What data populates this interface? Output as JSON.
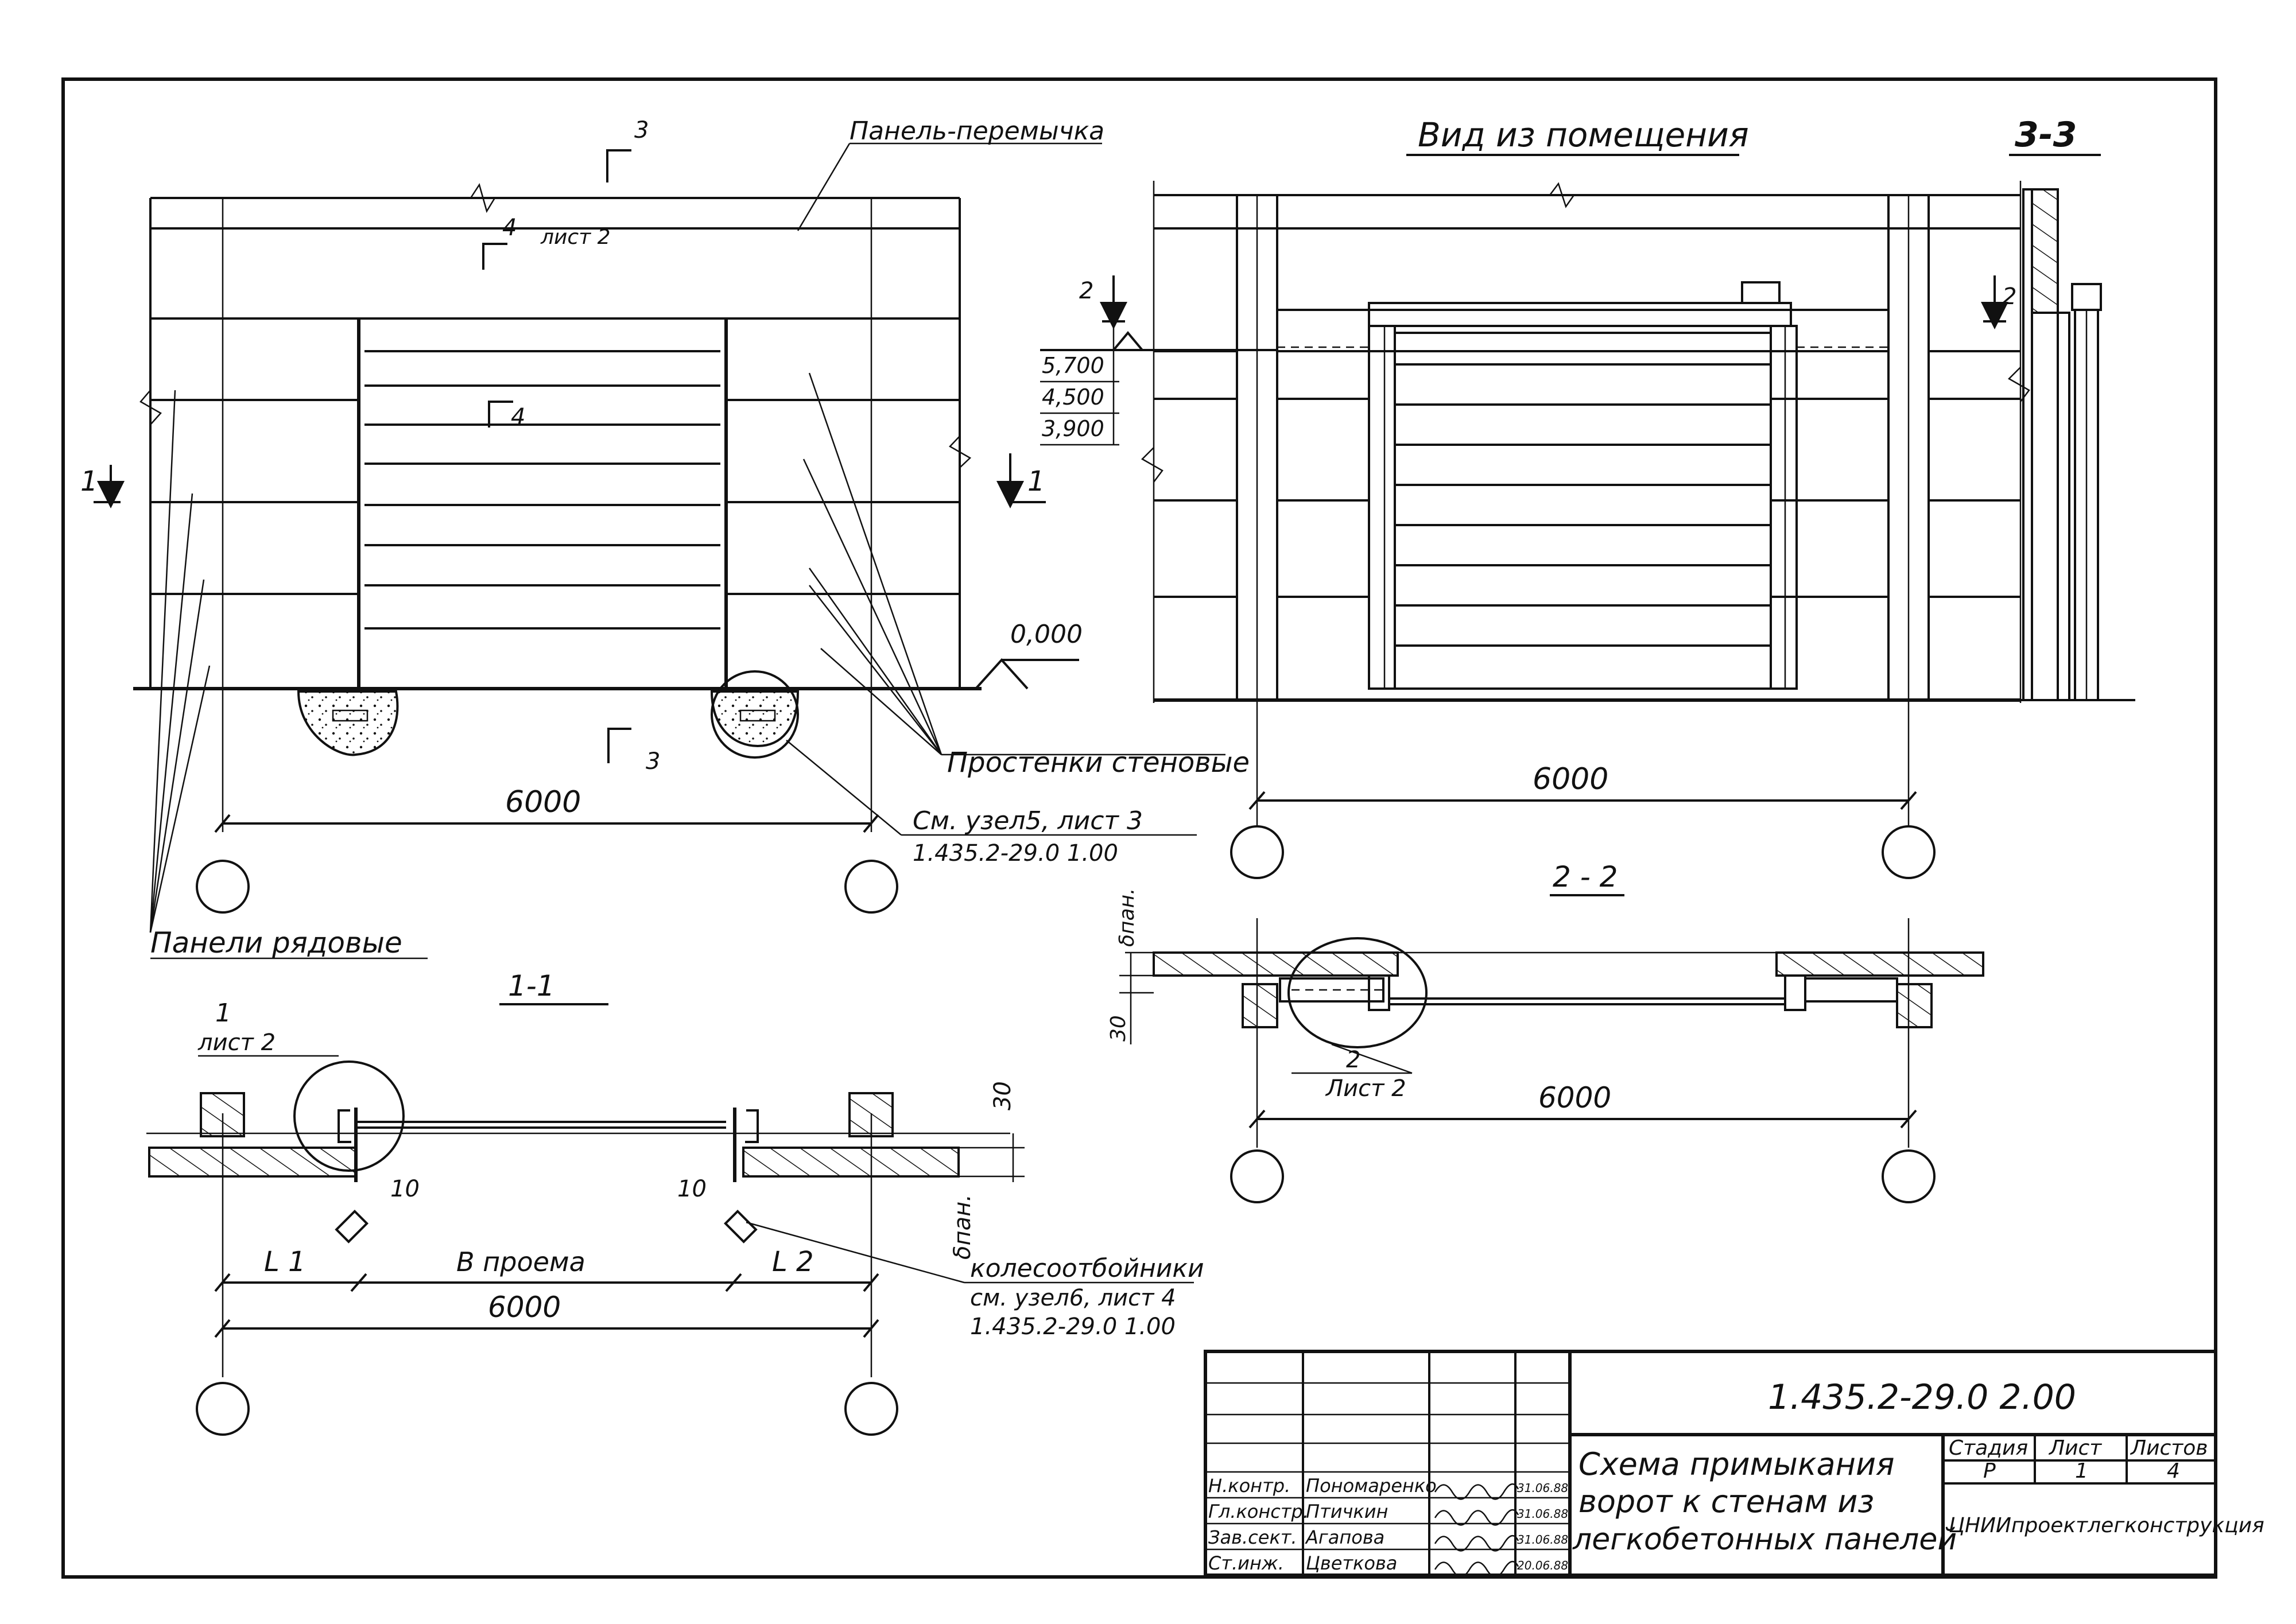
{
  "title_block": {
    "code": "1.435.2-29.0   2.00",
    "description_lines": [
      "Схема примыкания",
      "ворот к стенам из",
      "легкобетонных панелей"
    ],
    "organization": "ЦНИИпроектлегконструкция",
    "stage_header": "Стадия",
    "sheet_header": "Лист",
    "sheets_header": "Листов",
    "stage": "Р",
    "sheet": "1",
    "sheets": "4",
    "signatures": [
      {
        "role": "Н.контр.",
        "name": "Пономаренко",
        "date": "31.06.88"
      },
      {
        "role": "Гл.констр.",
        "name": "Птичкин",
        "date": "31.06.88"
      },
      {
        "role": "Зав.сект.",
        "name": "Агапова",
        "date": "31.06.88"
      },
      {
        "role": "Ст.инж.",
        "name": "Цветкова",
        "date": "20.06.88"
      }
    ]
  },
  "elevation": {
    "label_lintel": "Панель-перемычка",
    "label_piers": "Простенки стеновые",
    "label_row_panels": "Панели рядовые",
    "node_ref_line1": "См. узел5, лист 3",
    "node_ref_line2": "1.435.2-29.0  1.00",
    "sheet_ref": "лист 2",
    "mark_3": "3",
    "mark_4": "4",
    "mark_1": "1",
    "level_zero": "0,000",
    "dim": "6000"
  },
  "interior_view": {
    "title": "Вид из помещения",
    "levels": [
      "5,700",
      "4,500",
      "3,900"
    ],
    "mark_2": "2",
    "dim": "6000"
  },
  "section_3_3": {
    "title": "3-3",
    "mark_2": "2"
  },
  "section_2_2": {
    "title": "2 - 2",
    "thickness_label": "δпан.",
    "dim_30": "30",
    "node_ref_num": "2",
    "node_ref_sheet": "Лист 2",
    "dim": "6000"
  },
  "section_1_1": {
    "title": "1-1",
    "node_ref_num": "1",
    "node_ref_sheet": "лист 2",
    "dim_30": "30",
    "gap_left": "10",
    "gap_right": "10",
    "thickness_label": "δпан.",
    "l1": "L 1",
    "opening": "B проема",
    "l2": "L 2",
    "dim": "6000",
    "wheel_guard_line1": "колесоотбойники",
    "wheel_guard_line2": "см. узел6, лист 4",
    "wheel_guard_line3": "1.435.2-29.0  1.00"
  }
}
